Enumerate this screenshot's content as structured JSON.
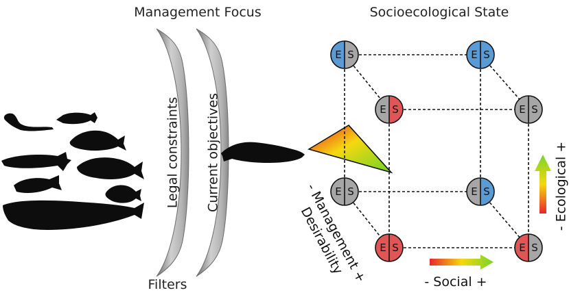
{
  "headings": {
    "management_focus": "Management Focus",
    "socioecological_state": "Socioecological State",
    "filters": "Filters"
  },
  "lenses": {
    "legal": "Legal constraints",
    "current": "Current objectives"
  },
  "axes": {
    "social": "- Social +",
    "ecological": "- Ecological +",
    "management_line1": "- Management +",
    "management_line2": "Desirability"
  },
  "node_letters": {
    "e": "E",
    "s": "S"
  },
  "colors": {
    "blue": "#5b9bd5",
    "red": "#e05555",
    "gray": "#a6a6a6",
    "gradient_red": "#e8262a",
    "gradient_yellow": "#f5d80f",
    "gradient_green": "#77d52a"
  },
  "nodes": [
    {
      "id": "back-top-left",
      "e": "blue",
      "s": "gray"
    },
    {
      "id": "back-top-right",
      "e": "blue",
      "s": "blue"
    },
    {
      "id": "front-top-left",
      "e": "gray",
      "s": "red"
    },
    {
      "id": "front-top-right",
      "e": "gray",
      "s": "gray"
    },
    {
      "id": "back-bottom-left",
      "e": "gray",
      "s": "gray"
    },
    {
      "id": "back-bottom-right",
      "e": "gray",
      "s": "blue"
    },
    {
      "id": "front-bottom-left",
      "e": "red",
      "s": "red"
    },
    {
      "id": "front-bottom-right",
      "e": "red",
      "s": "gray"
    }
  ],
  "icons": [
    "eel-silhouette",
    "trout-silhouette",
    "carp-silhouette",
    "pike-silhouette",
    "bass-silhouette",
    "perch-silhouette",
    "sunfish-silhouette",
    "sturgeon-silhouette",
    "trout-filtered-silhouette"
  ]
}
